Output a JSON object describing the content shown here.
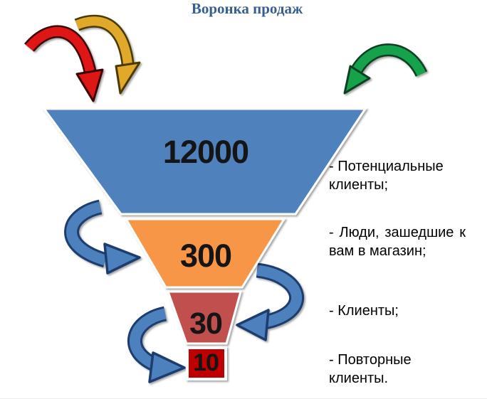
{
  "title": "Воронка продаж",
  "title_color": "#365F91",
  "funnel": {
    "stages": [
      {
        "value": "12000",
        "label": "- Потенциальные клиенты;",
        "color": "#4F81BD"
      },
      {
        "value": "300",
        "label": "- Люди, зашедшие к вам в магазин;",
        "color": "#F79646"
      },
      {
        "value": "30",
        "label": "- Клиенты;",
        "color": "#C0504D"
      },
      {
        "value": "10",
        "label": "- Повторные клиенты.",
        "color": "#C00000"
      }
    ]
  },
  "arrows": {
    "incoming_red": {
      "name": "red-curved-arrow",
      "color": "#DE1414"
    },
    "incoming_yellow": {
      "name": "yellow-curved-arrow",
      "color": "#E0A92A"
    },
    "incoming_green": {
      "name": "green-curved-arrow",
      "color": "#12A24C"
    },
    "loop_blue": {
      "name": "blue-loop-arrow",
      "color": "#4E81BD"
    }
  },
  "chart_data": {
    "type": "funnel",
    "title": "Воронка продаж",
    "categories": [
      "Потенциальные клиенты",
      "Люди, зашедшие к вам в магазин",
      "Клиенты",
      "Повторные клиенты"
    ],
    "values": [
      12000,
      300,
      30,
      10
    ]
  }
}
